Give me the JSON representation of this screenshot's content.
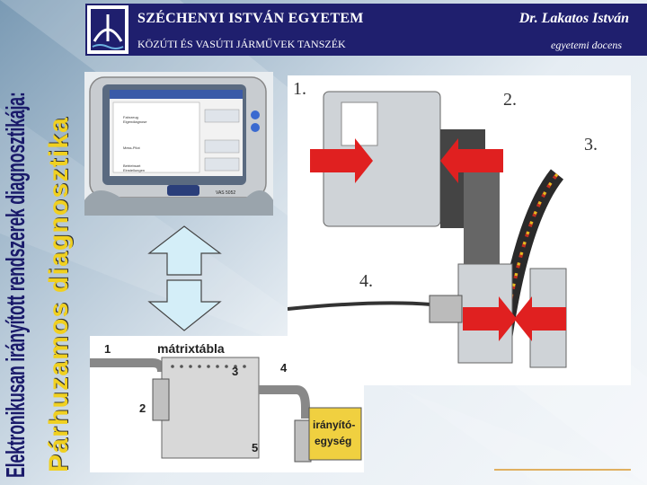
{
  "header": {
    "university": "SZÉCHENYI ISTVÁN EGYETEM",
    "department": "KÖZÚTI ÉS VASÚTI JÁRMŰVEK TANSZÉK",
    "author": "Dr. Lakatos István",
    "role": "egyetemi docens"
  },
  "side_titles": {
    "line1": "Elektronikusan irányított rendszerek diagnosztikája:",
    "line2": "Párhuzamos diagnosztika"
  },
  "photo_labels": [
    "1.",
    "2.",
    "3.",
    "4."
  ],
  "diagram": {
    "matrix_label": "mátrixtábla",
    "ecu_label_line1": "irányító-",
    "ecu_label_line2": "egység",
    "numbers": [
      "1",
      "2",
      "3",
      "4",
      "5"
    ]
  },
  "device": {
    "menu_items": [
      "Fahrzeug Eigendiagnose",
      "Mess-Pilot",
      "Betriebsart Einstellungen"
    ],
    "model": "VAS 5052"
  },
  "colors": {
    "header_bg": "#1f1f6e",
    "title_blue": "#1a1a6a",
    "title_yellow": "#f0d020",
    "arrow_red": "#e02020",
    "ecu_yellow": "#f0d040"
  }
}
